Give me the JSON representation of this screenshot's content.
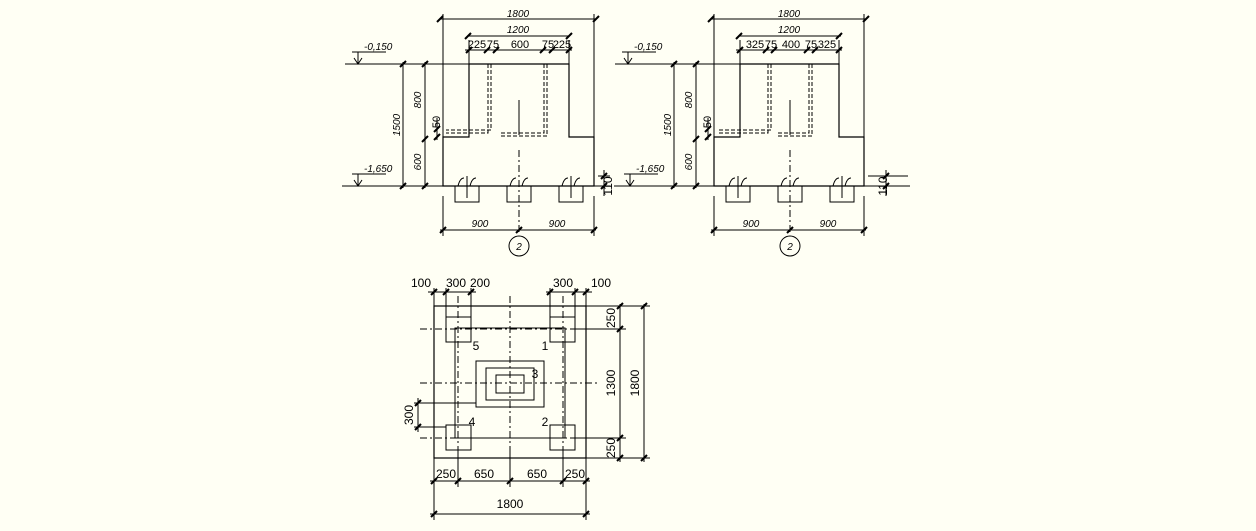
{
  "section_a": {
    "dim_top": "1800",
    "dim_1200": "1200",
    "sub": [
      "225",
      "75",
      "600",
      "75",
      "225"
    ],
    "level_top": "-0,150",
    "level_bottom": "-1,650",
    "dim_1500": "1500",
    "dim_800": "800",
    "dim_600": "600",
    "dim_50": "50",
    "dim_110": "110",
    "dim_left": "900",
    "dim_right": "900",
    "axis": "2"
  },
  "section_b": {
    "dim_top": "1800",
    "dim_1200": "1200",
    "sub": [
      "325",
      "75",
      "400",
      "75",
      "325"
    ],
    "level_top": "-0,150",
    "level_bottom": "-1,650",
    "dim_1500": "1500",
    "dim_800": "800",
    "dim_600": "600",
    "dim_50": "50",
    "dim_110": "110",
    "dim_left": "900",
    "dim_right": "900",
    "axis": "2"
  },
  "plan": {
    "top_dims": [
      "100",
      "300",
      "200",
      "300",
      "100"
    ],
    "right_dims": [
      "250",
      "1300",
      "250"
    ],
    "overall_right": "1800",
    "left_dim": "300",
    "bottom_dims": [
      "250",
      "650",
      "650",
      "250"
    ],
    "overall_bottom": "1800",
    "piles": [
      "1",
      "2",
      "3",
      "4",
      "5"
    ]
  }
}
